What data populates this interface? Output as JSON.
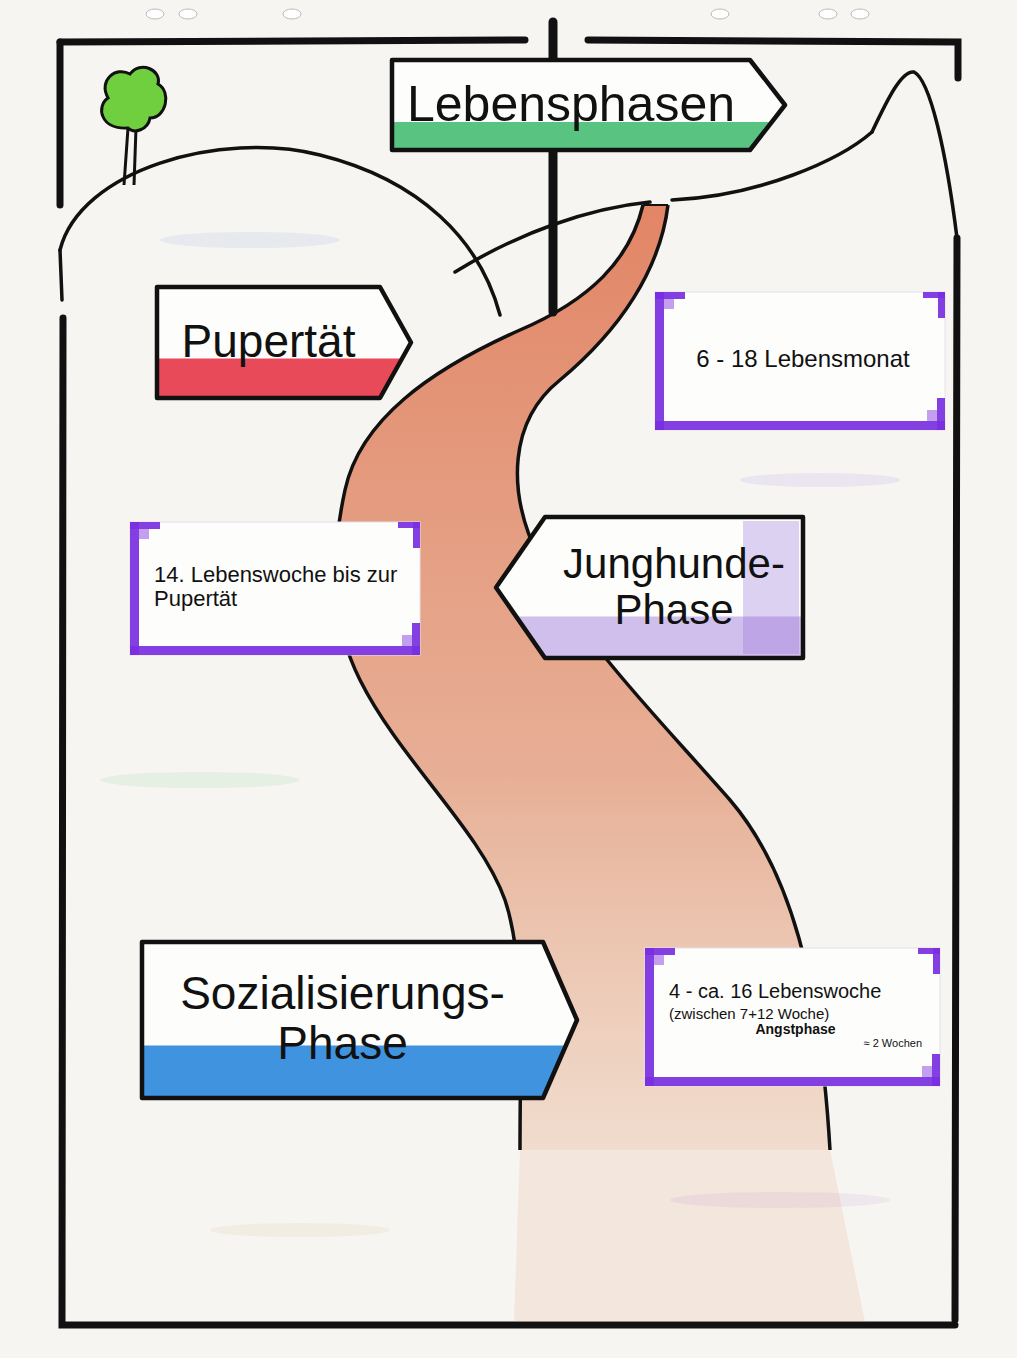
{
  "diagram": {
    "title": "Lebensphasen",
    "nodes": [
      {
        "text": [
          "Pupertät"
        ]
      },
      {
        "text": [
          "6 - 18 Lebensmonat"
        ]
      },
      {
        "text": [
          "14. Lebenswoche bis zur Pupertät"
        ]
      },
      {
        "text": [
          "Junghunde- Phase"
        ]
      },
      {
        "text": [
          "Sozialisierungs- Phase"
        ]
      },
      {
        "text": [
          "4 - ca. 16 Lebenswoche",
          "(zwischen 7+12 Woche)",
          "Angstphase",
          "≈ 2 Wochen"
        ]
      }
    ]
  }
}
